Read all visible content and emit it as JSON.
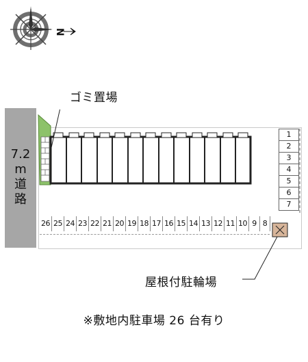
{
  "compass": {
    "north_label": "N"
  },
  "road": {
    "width": "7.2",
    "unit": "m",
    "name_line1": "道",
    "name_line2": "路"
  },
  "labels": {
    "garbage": "ゴミ置場",
    "bicycle": "屋根付駐輪場"
  },
  "parking_row": [
    "26",
    "25",
    "24",
    "23",
    "22",
    "21",
    "20",
    "19",
    "18",
    "17",
    "16",
    "15",
    "14",
    "13",
    "12",
    "11",
    "10",
    "9",
    "8"
  ],
  "parking_right": [
    "1",
    "2",
    "3",
    "4",
    "5",
    "6",
    "7"
  ],
  "note": "※敷地内駐車場 26 台有り",
  "colors": {
    "road": "#a6a6a6",
    "garbage": "#8dc26a",
    "bicycle": "#d7b59a",
    "building_line": "#222222"
  }
}
